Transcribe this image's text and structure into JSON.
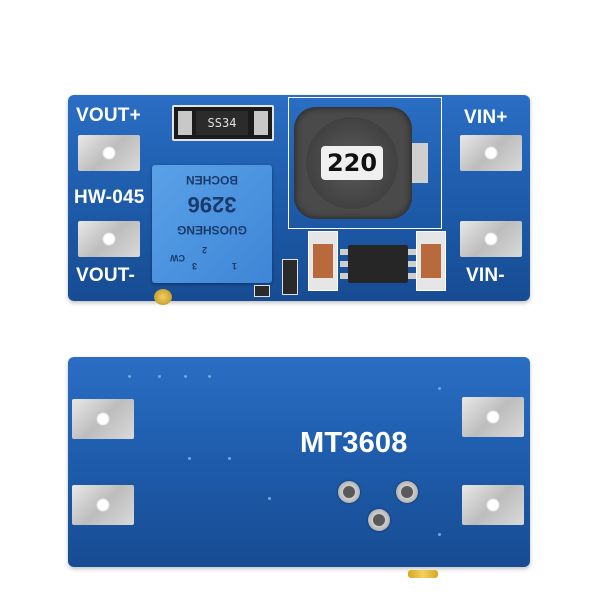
{
  "top_board": {
    "vout_plus": "VOUT+",
    "vout_minus": "VOUT-",
    "vin_plus": "VIN+",
    "vin_minus": "VIN-",
    "model": "HW-045",
    "diode_marking": "SS34",
    "inductor_marking": "220",
    "pot_text_line1": "BOCHEN",
    "pot_text_line2": "3296",
    "pot_text_line3": "GUOSHENG",
    "pot_text_line4": "2",
    "pot_text_line5": "CW",
    "pot_text_line6": "1",
    "pot_text_line7": "3"
  },
  "bottom_board": {
    "chip_label": "MT3608"
  },
  "colors": {
    "pcb": "#1f5fb0",
    "silkscreen": "#ffffff",
    "pad": "#c8c8c8",
    "potentiometer": "#4a93df"
  }
}
